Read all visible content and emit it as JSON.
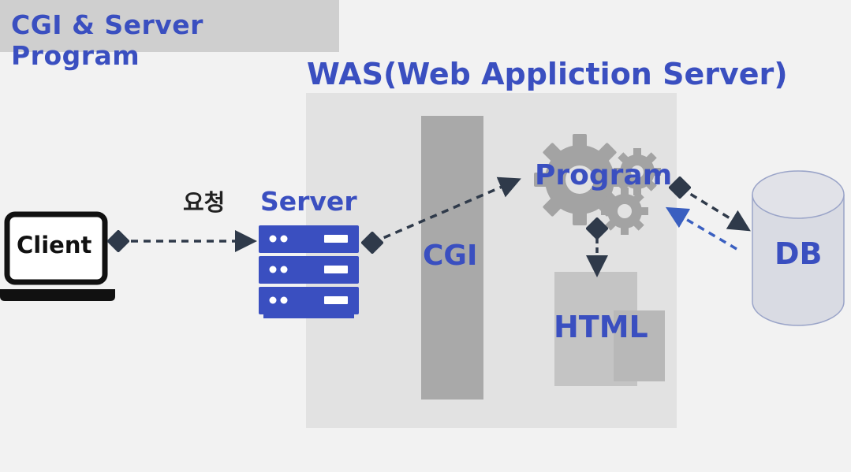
{
  "title": "CGI & Server Program",
  "was_label": "WAS(Web Appliction Server)",
  "nodes": {
    "client": "Client",
    "request": "요청",
    "server": "Server",
    "cgi": "CGI",
    "program": "Program",
    "html": "HTML",
    "db": "DB"
  },
  "colors": {
    "accent": "#3a4fc0",
    "arrow_dark": "#2f3a4a",
    "arrow_blue": "#3a5fc0"
  },
  "icons": [
    "laptop-icon",
    "server-rack-icon",
    "gears-icon",
    "database-cylinder-icon"
  ]
}
